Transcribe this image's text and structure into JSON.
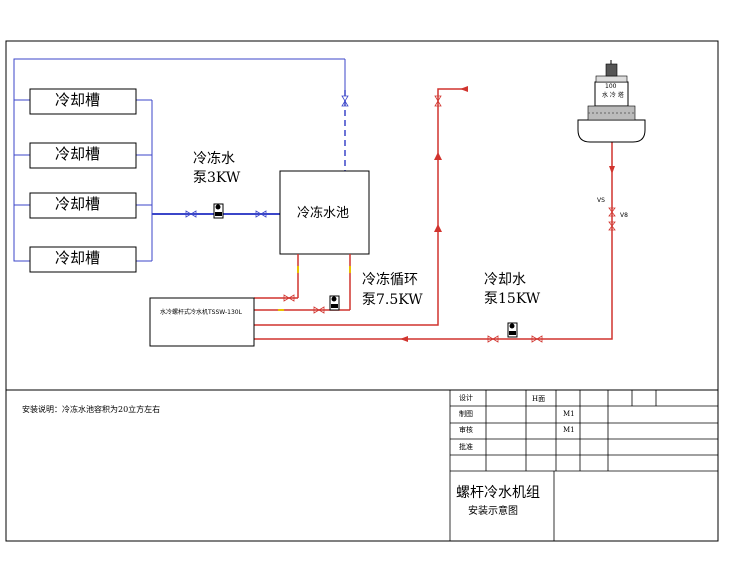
{
  "tanks": [
    "冷却槽",
    "冷却槽",
    "冷却槽",
    "冷却槽"
  ],
  "pumps": {
    "chilled": [
      "冷冻水",
      "泵3KW"
    ],
    "circulation": [
      "冷冻循环",
      "泵7.5KW"
    ],
    "cooling": [
      "冷却水",
      "泵15KW"
    ]
  },
  "pool": "冷冻水池",
  "chiller_label": "水冷螺杆式冷水机TSSW-130L",
  "tower": {
    "label_top": "100",
    "label_mid": "水 冷 塔"
  },
  "valve_labels": {
    "vs": "VS",
    "v8": "V8"
  },
  "colors": {
    "cold": "#3b46c9",
    "hot": "#d1342e",
    "frame": "#000000",
    "yellow": "#e8c100"
  },
  "title_block": {
    "note": "安装说明：冷冻水池容积为20立方左右",
    "rows": [
      {
        "label": "设计",
        "col3": "H面"
      },
      {
        "label": "制图",
        "col4": "M1"
      },
      {
        "label": "审核",
        "col4": "M1"
      },
      {
        "label": "批准"
      }
    ],
    "title": "螺杆冷水机组",
    "subtitle": "安装示意图"
  }
}
